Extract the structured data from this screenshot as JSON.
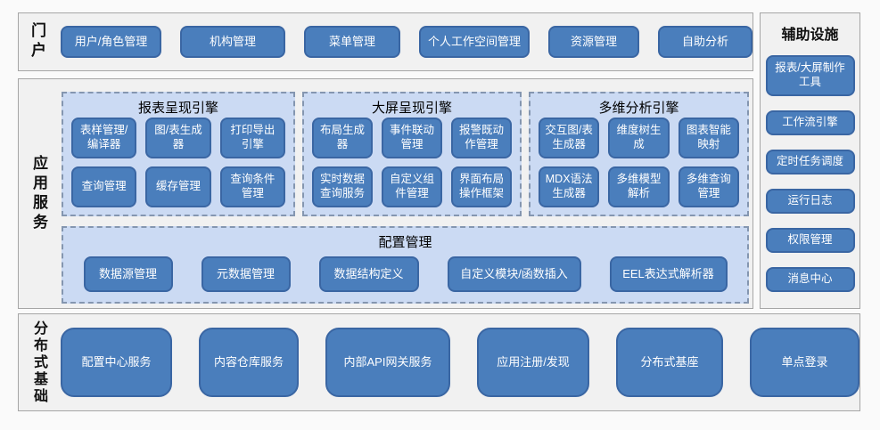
{
  "colors": {
    "accent": "#4a7ebc",
    "accent_border": "#3a66a3",
    "panel_bg": "#cbdaf3",
    "panel_border": "#8496b0",
    "section_bg": "#f1f1f1",
    "section_border": "#a6a6a6",
    "text_on_accent": "#ffffff"
  },
  "sections": {
    "portal": {
      "label": "门户",
      "buttons": [
        "用户/角色管理",
        "机构管理",
        "菜单管理",
        "个人工作空间管理",
        "资源管理",
        "自助分析"
      ]
    },
    "app_services": {
      "label": "应用服务",
      "engines": [
        {
          "title": "报表呈现引擎",
          "buttons": [
            "表样管理/编译器",
            "图/表生成器",
            "打印导出引擎",
            "查询管理",
            "缓存管理",
            "查询条件管理"
          ]
        },
        {
          "title": "大屏呈现引擎",
          "buttons": [
            "布局生成器",
            "事件联动管理",
            "报警既动作管理",
            "实时数据查询服务",
            "自定义组件管理",
            "界面布局操作框架"
          ]
        },
        {
          "title": "多维分析引擎",
          "buttons": [
            "交互图/表生成器",
            "维度树生成",
            "图表智能映射",
            "MDX语法生成器",
            "多维模型解析",
            "多维查询管理"
          ]
        }
      ],
      "config": {
        "title": "配置管理",
        "buttons": [
          "数据源管理",
          "元数据管理",
          "数据结构定义",
          "自定义模块/函数插入",
          "EEL表达式解析器"
        ]
      }
    },
    "distributed": {
      "label": "分布式基础",
      "buttons": [
        "配置中心服务",
        "内容仓库服务",
        "内部API网关服务",
        "应用注册/发现",
        "分布式基座",
        "单点登录"
      ]
    },
    "auxiliary": {
      "title": "辅助设施",
      "buttons": [
        "报表/大屏制作工具",
        "工作流引擎",
        "定时任务调度",
        "运行日志",
        "权限管理",
        "消息中心"
      ]
    }
  }
}
